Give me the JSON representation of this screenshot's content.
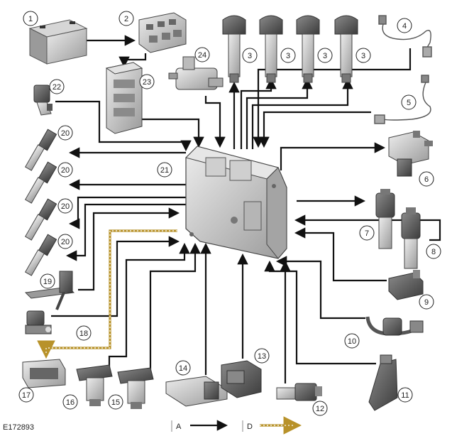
{
  "figure_ref": "E172893",
  "legend": {
    "a_label": "A",
    "d_label": "D"
  },
  "components": [
    {
      "num": "1",
      "icon": "battery-icon"
    },
    {
      "num": "2",
      "icon": "fuse-box-icon"
    },
    {
      "num": "3",
      "icon": "ignition-coil-icon"
    },
    {
      "num": "4",
      "icon": "oxygen-sensor-icon"
    },
    {
      "num": "5",
      "icon": "oxygen-sensor-icon"
    },
    {
      "num": "6",
      "icon": "purge-valve-icon"
    },
    {
      "num": "7",
      "icon": "solenoid-valve-icon"
    },
    {
      "num": "8",
      "icon": "solenoid-valve-icon"
    },
    {
      "num": "9",
      "icon": "pressure-sensor-icon"
    },
    {
      "num": "10",
      "icon": "knock-sensor-icon"
    },
    {
      "num": "11",
      "icon": "temperature-sensor-icon"
    },
    {
      "num": "12",
      "icon": "coolant-sensor-icon"
    },
    {
      "num": "13",
      "icon": "map-sensor-icon"
    },
    {
      "num": "14",
      "icon": "maf-sensor-icon"
    },
    {
      "num": "15",
      "icon": "camshaft-sensor-icon"
    },
    {
      "num": "16",
      "icon": "camshaft-sensor-icon"
    },
    {
      "num": "17",
      "icon": "diagnostic-connector-icon"
    },
    {
      "num": "18",
      "icon": "crankshaft-sensor-icon"
    },
    {
      "num": "19",
      "icon": "accelerator-pedal-icon"
    },
    {
      "num": "20",
      "icon": "fuel-injector-icon"
    },
    {
      "num": "21",
      "icon": "ecm-icon"
    },
    {
      "num": "22",
      "icon": "temperature-sensor-icon"
    },
    {
      "num": "23",
      "icon": "control-module-icon"
    },
    {
      "num": "24",
      "icon": "valve-icon"
    }
  ]
}
